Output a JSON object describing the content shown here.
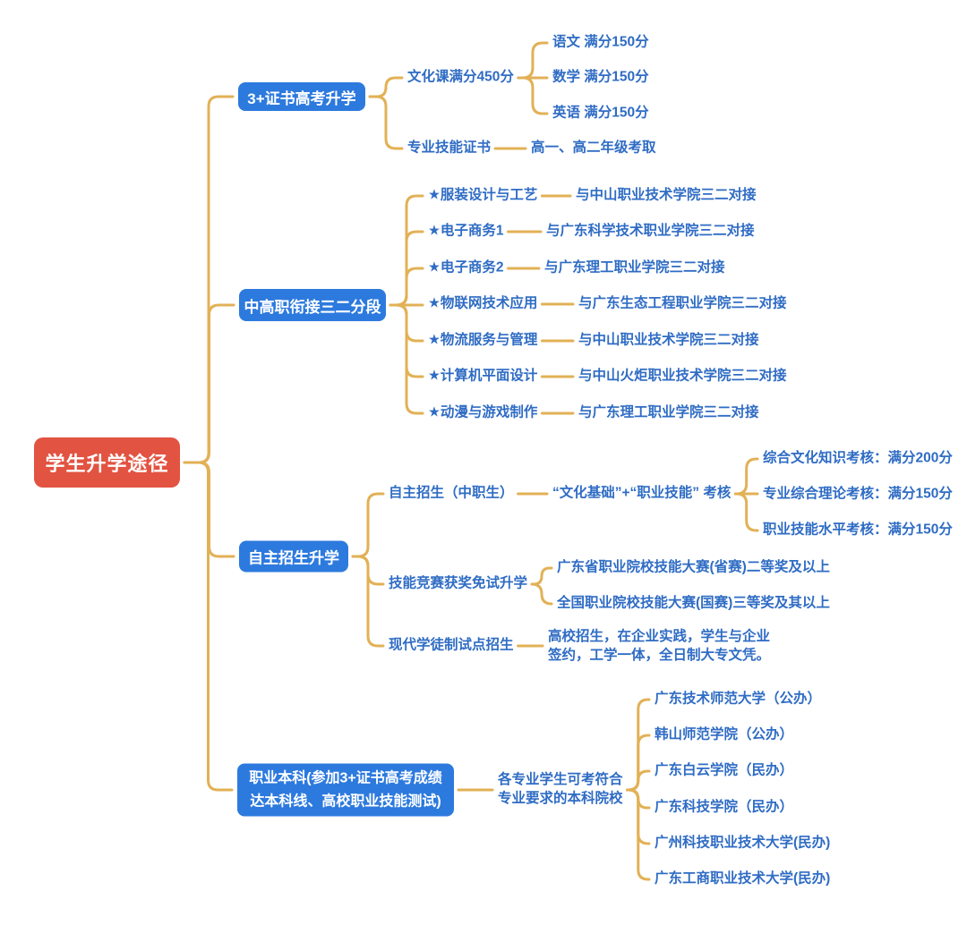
{
  "colors": {
    "background": "#ffffff",
    "root_bg": "#e25341",
    "branch_bg": "#2d7ade",
    "text_blue": "#2f6cc4",
    "line_gold": "#e2b156"
  },
  "root": {
    "label": "学生升学途径"
  },
  "branches": {
    "gaokao": {
      "label": "3+证书高考升学",
      "culture": {
        "label": "文化课满分450分",
        "subjects": [
          "语文 满分150分",
          "数学 满分150分",
          "英语 满分150分"
        ]
      },
      "cert": {
        "label": "专业技能证书",
        "note": "高一、高二年级考取"
      }
    },
    "sanerduan": {
      "label": "中高职衔接三二分段",
      "majors": [
        {
          "name": "★服装设计与工艺",
          "college": "与中山职业技术学院三二对接"
        },
        {
          "name": "★电子商务1",
          "college": "与广东科学技术职业学院三二对接"
        },
        {
          "name": "★电子商务2",
          "college": "与广东理工职业学院三二对接"
        },
        {
          "name": "★物联网技术应用",
          "college": "与广东生态工程职业学院三二对接"
        },
        {
          "name": "★物流服务与管理",
          "college": "与中山职业技术学院三二对接"
        },
        {
          "name": "★计算机平面设计",
          "college": "与中山火炬职业技术学院三二对接"
        },
        {
          "name": "★动漫与游戏制作",
          "college": "与广东理工职业学院三二对接"
        }
      ]
    },
    "zizhu": {
      "label": "自主招生升学",
      "zhongzhi": {
        "label": "自主招生（中职生）",
        "exam": "“文化基础”+“职业技能” 考核",
        "parts": [
          "综合文化知识考核：满分200分",
          "专业综合理论考核：满分150分",
          "职业技能水平考核：满分150分"
        ]
      },
      "jingsai": {
        "label": "技能竞赛获奖免试升学",
        "awards": [
          "广东省职业院校技能大赛(省赛)二等奖及以上",
          "全国职业院校技能大赛(国赛)三等奖及其以上"
        ]
      },
      "xuetu": {
        "label": "现代学徒制试点招生",
        "note": "高校招生，在企业实践，学生与企业\n签约，工学一体，全日制大专文凭。"
      }
    },
    "benke": {
      "label": "职业本科(参加3+证书高考成绩\n达本科线、高校职业技能测试)",
      "note": "各专业学生可考符合\n专业要求的本科院校",
      "universities": [
        "广东技术师范大学（公办）",
        "韩山师范学院（公办）",
        "广东白云学院（民办）",
        "广东科技学院（民办）",
        "广州科技职业技术大学(民办)",
        "广东工商职业技术大学(民办)"
      ]
    }
  }
}
